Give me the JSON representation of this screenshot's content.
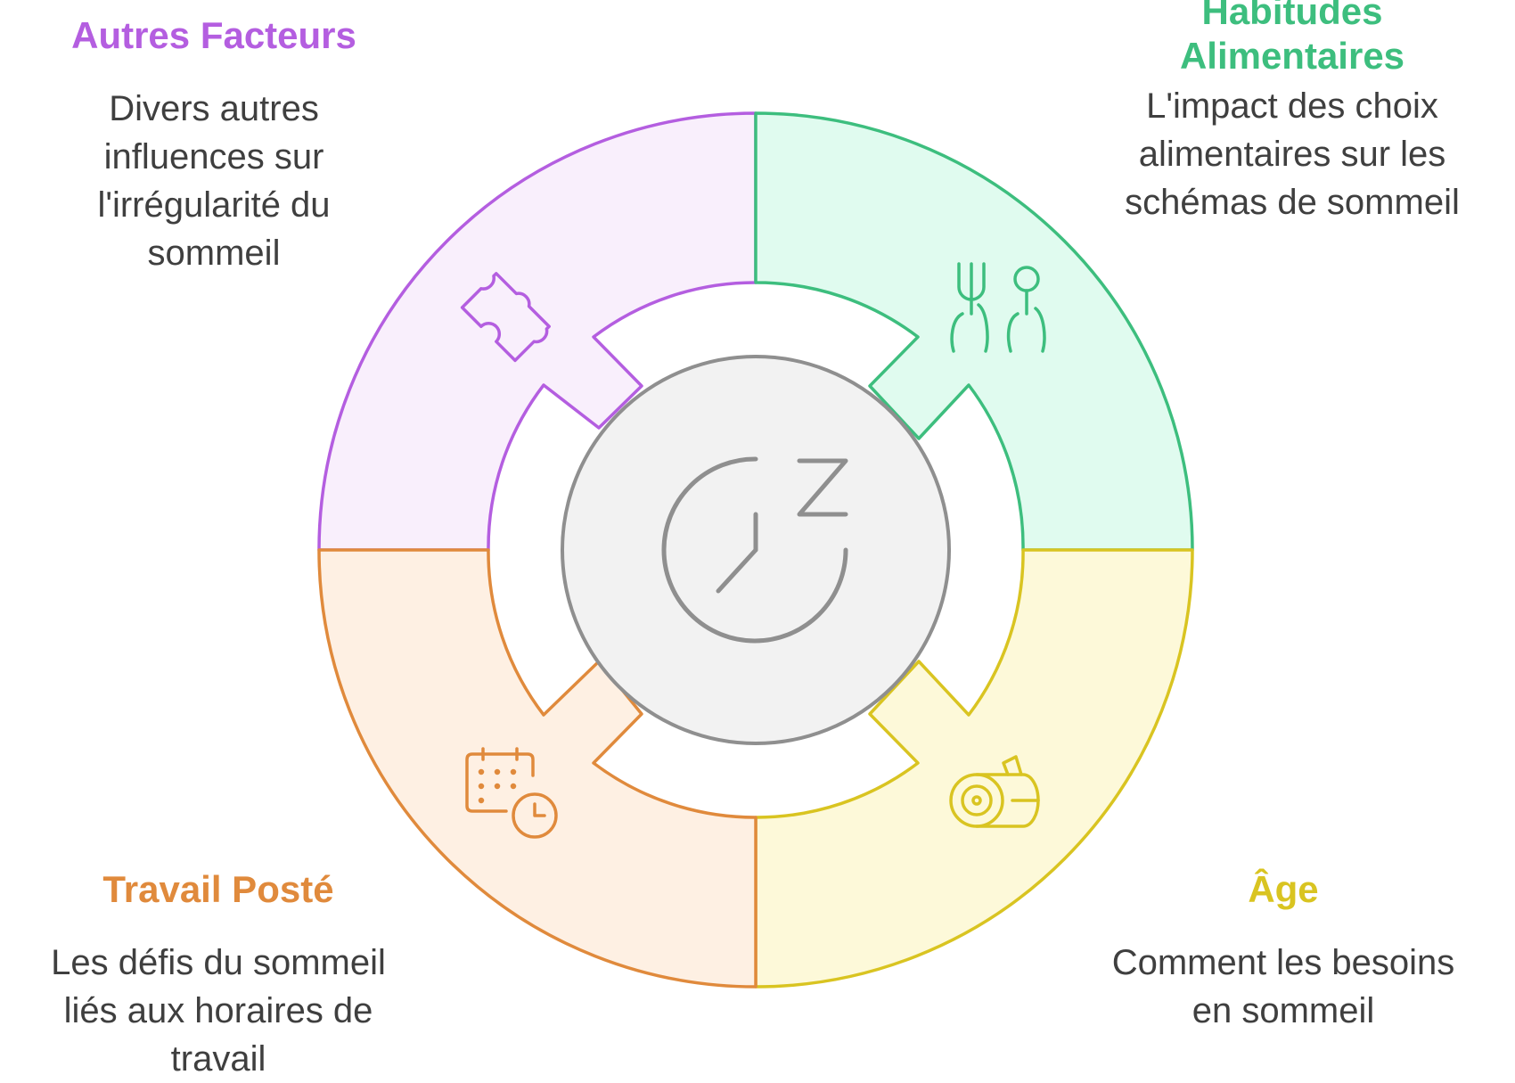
{
  "segments": {
    "other": {
      "title": "Autres Facteurs",
      "description": "Divers autres influences sur l'irrégularité du sommeil",
      "stroke": "#b45ee0",
      "fill": "#f9effc",
      "icon": "puzzle-piece-icon"
    },
    "food": {
      "title": "Habitudes Alimentaires",
      "description": "L'impact des choix alimentaires sur les schémas de sommeil",
      "stroke": "#3dbe7e",
      "fill": "#e0fbef",
      "icon": "fork-and-spoon-icon"
    },
    "shift": {
      "title": "Travail Posté",
      "description": "Les défis du sommeil liés aux horaires de travail",
      "stroke": "#e08a3c",
      "fill": "#fef0e3",
      "icon": "calendar-clock-icon"
    },
    "age": {
      "title": "Âge",
      "description": "Comment les besoins en sommeil",
      "stroke": "#d9c421",
      "fill": "#fdf9d9",
      "icon": "tree-log-icon"
    }
  },
  "center": {
    "stroke": "#8f8f8f",
    "fill": "#f2f2f2",
    "icon": "sleep-clock-icon"
  }
}
